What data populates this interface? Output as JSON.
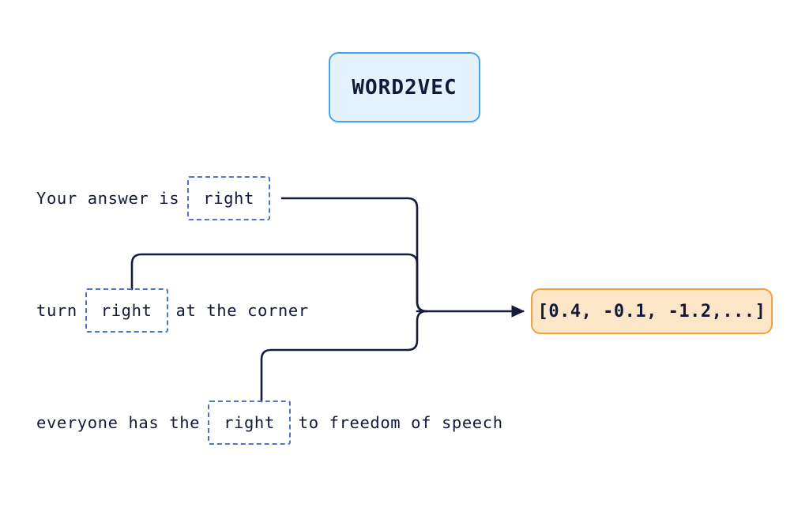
{
  "figure": {
    "title_box": {
      "label": "WORD2VEC",
      "fill": "#e3f2fd",
      "border": "#43a4ec"
    },
    "sentences": [
      {
        "id": "sentence-1",
        "before": "Your answer is",
        "target": "right",
        "after": ""
      },
      {
        "id": "sentence-2",
        "before": "turn",
        "target": "right",
        "after": "at the corner"
      },
      {
        "id": "sentence-3",
        "before": "everyone has the",
        "target": "right",
        "after": "to freedom of speech"
      }
    ],
    "target_box": {
      "border": "#5273c8",
      "style": "dashed"
    },
    "vector_box": {
      "label": "[0.4, -0.1, -1.2,...]",
      "fill": "#fde6c7",
      "border": "#f3a03a"
    },
    "connector": {
      "color": "#141c3a",
      "arrow": "arrow-right"
    },
    "background": "#ffffff"
  }
}
